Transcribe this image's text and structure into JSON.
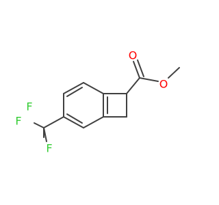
{
  "structure": {
    "background": "#ffffff",
    "bond_color": "#404040",
    "atoms": [
      {
        "label": "O",
        "color": "#ff0000"
      },
      {
        "label": "O",
        "color": "#ff0000"
      },
      {
        "label": "F",
        "color": "#33cc33"
      },
      {
        "label": "F",
        "color": "#33cc33"
      },
      {
        "label": "F",
        "color": "#33cc33"
      }
    ]
  }
}
